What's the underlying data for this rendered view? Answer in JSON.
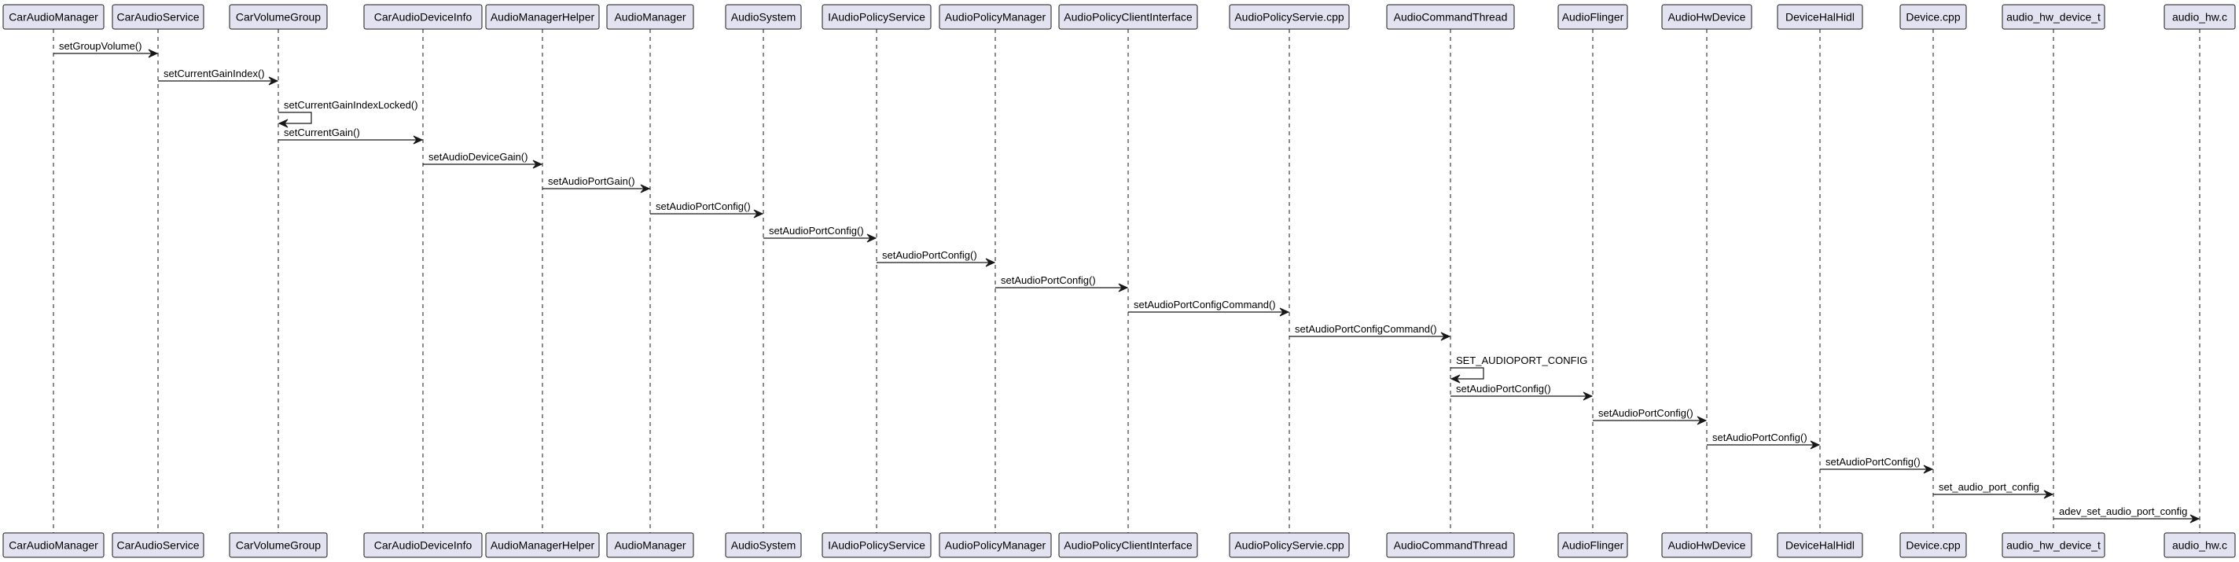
{
  "participants": [
    "CarAudioManager",
    "CarAudioService",
    "CarVolumeGroup",
    "CarAudioDeviceInfo",
    "AudioManagerHelper",
    "AudioManager",
    "AudioSystem",
    "IAudioPolicyService",
    "AudioPolicyManager",
    "AudioPolicyClientInterface",
    "AudioPolicyServie.cpp",
    "AudioCommandThread",
    "AudioFlinger",
    "AudioHwDevice",
    "DeviceHalHidl",
    "Device.cpp",
    "audio_hw_device_t",
    "audio_hw.c"
  ],
  "messages": [
    {
      "from": 0,
      "to": 1,
      "label": "setGroupVolume()"
    },
    {
      "from": 1,
      "to": 2,
      "label": "setCurrentGainIndex()"
    },
    {
      "from": 2,
      "to": 2,
      "label": "setCurrentGainIndexLocked()"
    },
    {
      "from": 2,
      "to": 3,
      "label": "setCurrentGain()"
    },
    {
      "from": 3,
      "to": 4,
      "label": "setAudioDeviceGain()"
    },
    {
      "from": 4,
      "to": 5,
      "label": "setAudioPortGain()"
    },
    {
      "from": 5,
      "to": 6,
      "label": "setAudioPortConfig()"
    },
    {
      "from": 6,
      "to": 7,
      "label": "setAudioPortConfig()"
    },
    {
      "from": 7,
      "to": 8,
      "label": "setAudioPortConfig()"
    },
    {
      "from": 8,
      "to": 9,
      "label": "setAudioPortConfig()"
    },
    {
      "from": 9,
      "to": 10,
      "label": "setAudioPortConfigCommand()"
    },
    {
      "from": 10,
      "to": 11,
      "label": "setAudioPortConfigCommand()"
    },
    {
      "from": 11,
      "to": 11,
      "label": "SET_AUDIOPORT_CONFIG"
    },
    {
      "from": 11,
      "to": 12,
      "label": "setAudioPortConfig()"
    },
    {
      "from": 12,
      "to": 13,
      "label": "setAudioPortConfig()"
    },
    {
      "from": 13,
      "to": 14,
      "label": "setAudioPortConfig()"
    },
    {
      "from": 14,
      "to": 15,
      "label": "setAudioPortConfig()"
    },
    {
      "from": 15,
      "to": 16,
      "label": "set_audio_port_config"
    },
    {
      "from": 16,
      "to": 17,
      "label": "adev_set_audio_port_config"
    }
  ]
}
